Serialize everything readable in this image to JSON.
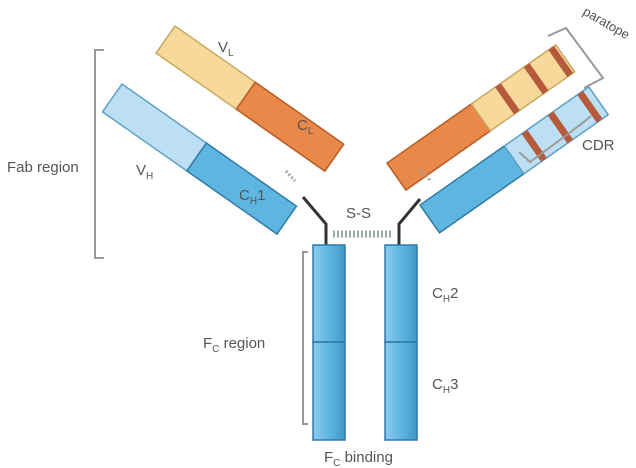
{
  "labels": {
    "fab_region": "Fab region",
    "vl": {
      "main": "V",
      "sub": "L"
    },
    "cl": {
      "main": "C",
      "sub": "L"
    },
    "vh": {
      "main": "V",
      "sub": "H"
    },
    "ch1": {
      "main": "C",
      "sub": "H",
      "tail": "1"
    },
    "ss": "S-S",
    "paratope": "paratope",
    "cdr": "CDR",
    "ch2": {
      "main": "C",
      "sub": "H",
      "tail": "2"
    },
    "ch3": {
      "main": "C",
      "sub": "H",
      "tail": "3"
    },
    "fc_region": {
      "main": "F",
      "sub": "C",
      "tail": " region"
    },
    "fc_binding": {
      "main": "F",
      "sub": "C",
      "tail": " binding"
    }
  },
  "colors": {
    "light_chain_variable": "#f7d99b",
    "light_chain_constant": "#e8894a",
    "heavy_chain_variable": "#bcdff4",
    "heavy_chain_constant": "#5eb6e0",
    "cdr_band": "#b55a3a",
    "label_text": "#555555",
    "bracket": "#999999"
  }
}
